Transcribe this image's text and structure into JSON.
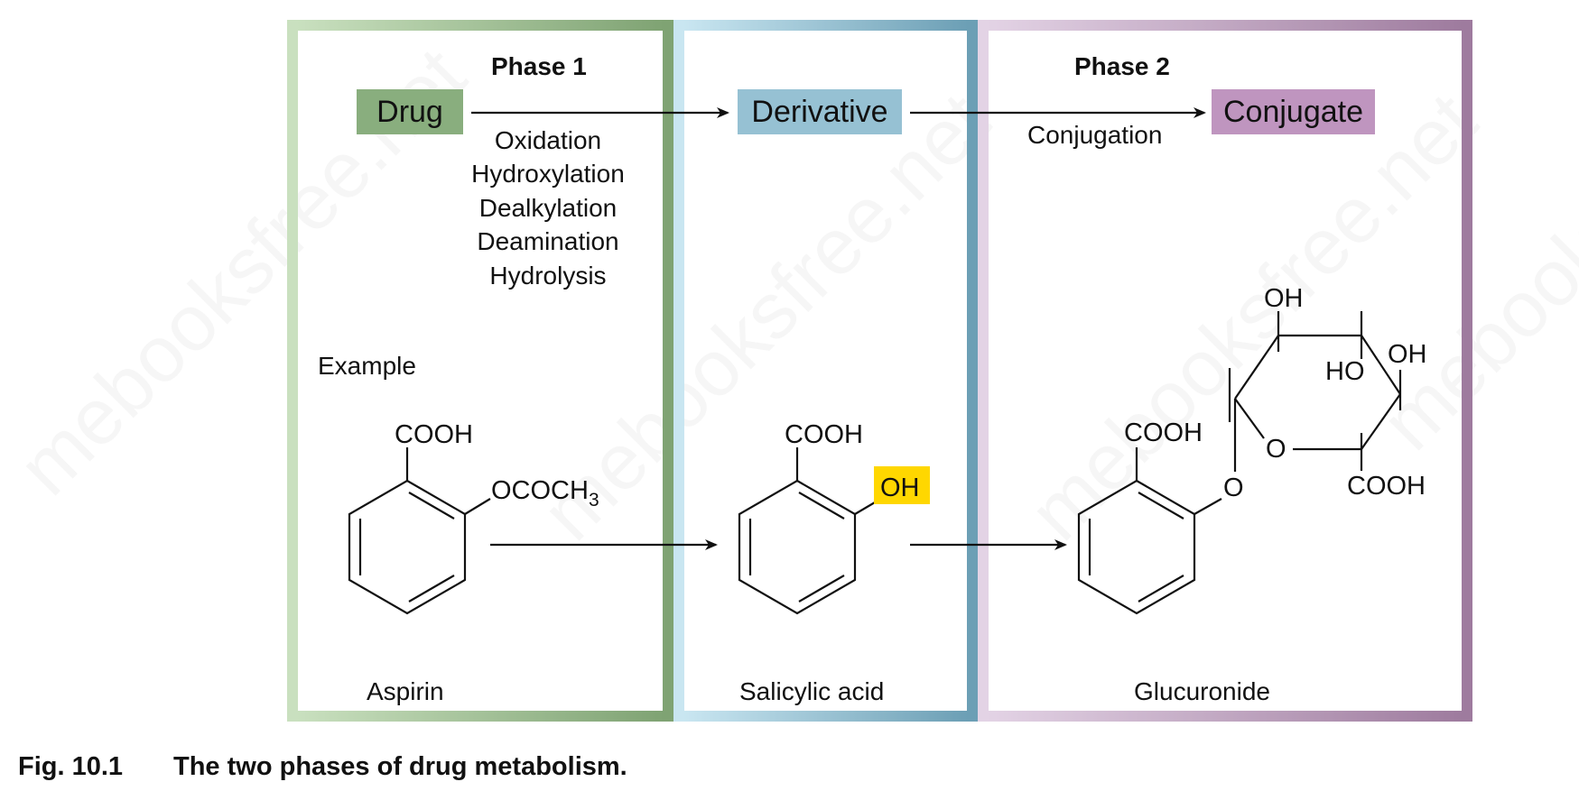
{
  "phases": {
    "phase1": "Phase 1",
    "phase2": "Phase 2"
  },
  "boxes": {
    "drug": {
      "label": "Drug",
      "color": "#89ae7e"
    },
    "derivative": {
      "label": "Derivative",
      "color": "#96c1d3"
    },
    "conjugate": {
      "label": "Conjugate",
      "color": "#bf95bf"
    }
  },
  "phase1_processes": [
    "Oxidation",
    "Hydroxylation",
    "Dealkylation",
    "Deamination",
    "Hydrolysis"
  ],
  "phase2_process": "Conjugation",
  "example_label": "Example",
  "molecules": {
    "aspirin": {
      "name": "Aspirin",
      "cooh": "COOH",
      "substituent": "OCOCH",
      "subscript": "3"
    },
    "salicylic": {
      "name": "Salicylic acid",
      "cooh": "COOH",
      "oh": "OH",
      "highlight": "#ffd700"
    },
    "glucuronide": {
      "name": "Glucuronide",
      "cooh": "COOH",
      "link_o": "O",
      "ring_o": "O",
      "oh_top": "OH",
      "ho_mid": "HO",
      "oh_right": "OH",
      "cooh_sugar": "COOH"
    }
  },
  "caption": {
    "number": "Fig. 10.1",
    "text": "The two phases of drug metabolism."
  }
}
